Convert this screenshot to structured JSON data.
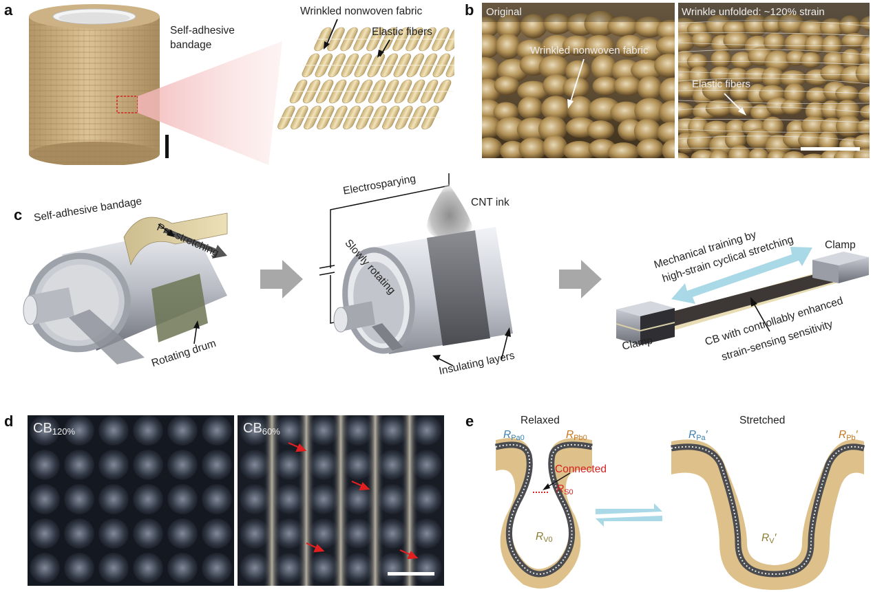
{
  "panels": {
    "a": {
      "letter": "a",
      "bandage_label_1": "Self-adhesive",
      "bandage_label_2": "bandage",
      "fabric_label": "Wrinkled nonwoven fabric",
      "fibers_label": "Elastic fibers"
    },
    "b": {
      "letter": "b",
      "left_title": "Original",
      "right_title": "Wrinkle unfolded: ~120% strain",
      "left_annot": "Wrinkled nonwoven fabric",
      "right_annot": "Elastic fibers"
    },
    "c": {
      "letter": "c",
      "bandage_label": "Self-adhesive bandage",
      "prestretch_label": "Pre-stretching",
      "drum_label": "Rotating drum",
      "electro_label": "Electrosparying",
      "ink_label": "CNT ink",
      "rotating_label": "Slowly rotating",
      "insulating_label": "Insulating layers",
      "training_label_1": "Mechanical training by",
      "training_label_2": "high-strain cyclical stretching",
      "clamp_right": "Clamp",
      "clamp_left": "Clamp",
      "cb_label_1": "CB with controllably enhanced",
      "cb_label_2": "strain-sensing sensitivity"
    },
    "d": {
      "letter": "d",
      "left_main": "CB",
      "left_sub": "120%",
      "right_main": "CB",
      "right_sub": "60%"
    },
    "e": {
      "letter": "e",
      "relaxed": "Relaxed",
      "stretched": "Stretched",
      "connected": "Connected",
      "r": "R",
      "rpa0_sub": "Pa0",
      "rpb0_sub": "Pb0",
      "rs0_sub": "S0",
      "rv0_sub": "V0",
      "rpa_sub": "Pa",
      "rpb_sub": "Pb",
      "rv_sub": "V",
      "prime": "′"
    }
  },
  "colors": {
    "bandage_tan": "#d2b98c",
    "fabric_cream": "#e8d7a8",
    "arrow_gray": "#a8a8a8",
    "stretch_arrow": "#a9d8e6",
    "annotation_red": "#d62020",
    "label_blue": "#3a7fb0",
    "label_orange": "#c8741f",
    "label_olive": "#8a7a30",
    "cnt_dark": "#555555"
  }
}
